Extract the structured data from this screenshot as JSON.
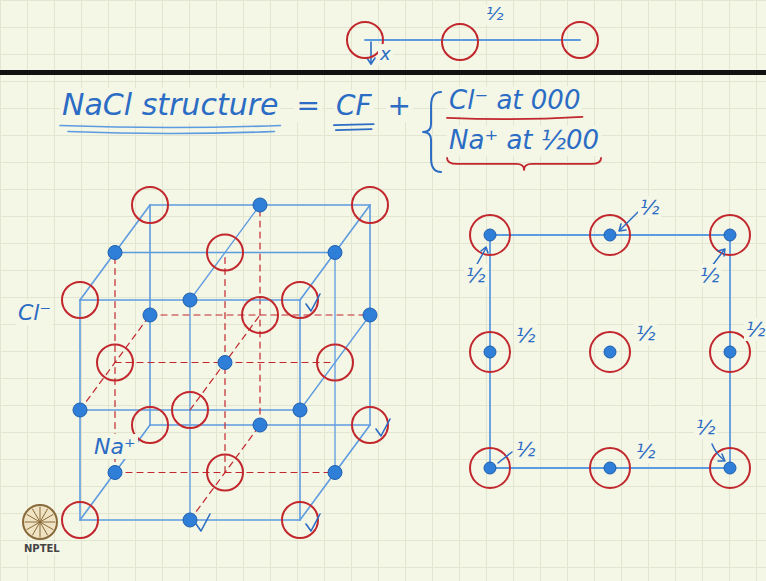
{
  "diagram": {
    "title": "NaCl structure",
    "labels": [
      "x",
      "½",
      "=",
      "CF",
      "+",
      "Cl⁻ at 000",
      "Na⁺ at ½00",
      "Cl⁻",
      "Na⁺",
      "½",
      "½",
      "½",
      "½",
      "½",
      "½",
      "½",
      "½",
      "½",
      "NPTEL"
    ]
  }
}
